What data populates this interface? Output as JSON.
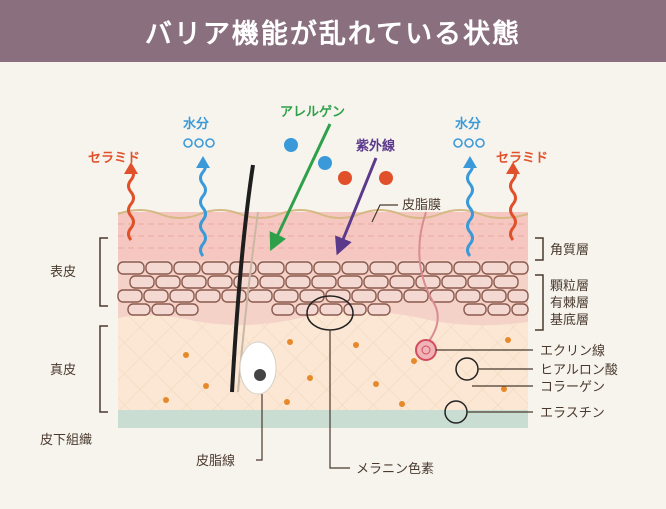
{
  "title": "バリア機能が乱れている状態",
  "labels": {
    "ceramide_left": "セラミド",
    "ceramide_right": "セラミド",
    "water_left": "水分",
    "water_right": "水分",
    "allergen": "アレルゲン",
    "uv": "紫外線",
    "sebum_film": "皮脂膜",
    "stratum_corneum": "角質層",
    "granular_layer": "顆粒層",
    "spinous_layer": "有棘層",
    "basal_layer": "基底層",
    "eccrine": "エクリン線",
    "hyaluronic": "ヒアルロン酸",
    "collagen": "コラーゲン",
    "elastin": "エラスチン",
    "melanin": "メラニン色素",
    "sebaceous": "皮脂線",
    "epidermis": "表皮",
    "dermis": "真皮",
    "subcutaneous": "皮下組織"
  },
  "colors": {
    "banner": "#8a6f7f",
    "ceramide": "#e0502a",
    "water": "#3a9ad9",
    "allergen_green": "#2fa04a",
    "uv_purple": "#5b3a8c"
  }
}
